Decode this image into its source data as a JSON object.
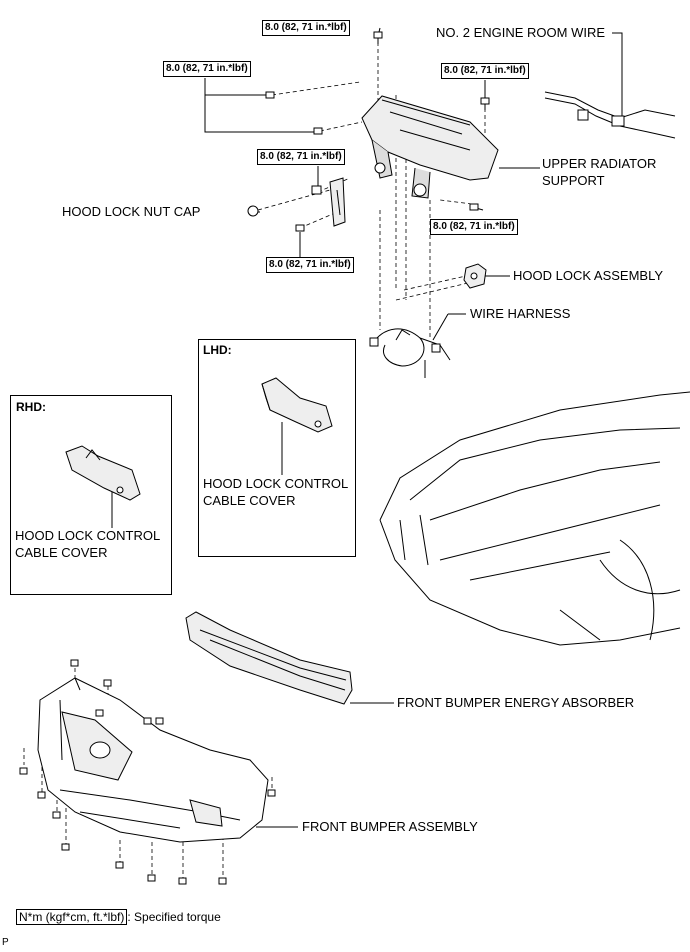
{
  "torque_spec": "8.0 (82, 71 in.*lbf)",
  "labels": {
    "engine_wire": "NO. 2 ENGINE ROOM WIRE",
    "upper_radiator": [
      "UPPER RADIATOR",
      "SUPPORT"
    ],
    "hood_lock_nut_cap": "HOOD LOCK NUT CAP",
    "hood_lock_assembly": "HOOD LOCK ASSEMBLY",
    "wire_harness": "WIRE HARNESS",
    "energy_absorber": "FRONT BUMPER ENERGY ABSORBER",
    "bumper_assembly": "FRONT BUMPER ASSEMBLY"
  },
  "lhd_box": {
    "title": "LHD:",
    "caption": [
      "HOOD LOCK CONTROL",
      "CABLE COVER"
    ]
  },
  "rhd_box": {
    "title": "RHD:",
    "caption": [
      "HOOD LOCK CONTROL",
      "CABLE COVER"
    ]
  },
  "legend": {
    "symbol": "N*m (kgf*cm, ft.*lbf)",
    "text": ": Specified torque"
  },
  "corner_mark": "P"
}
